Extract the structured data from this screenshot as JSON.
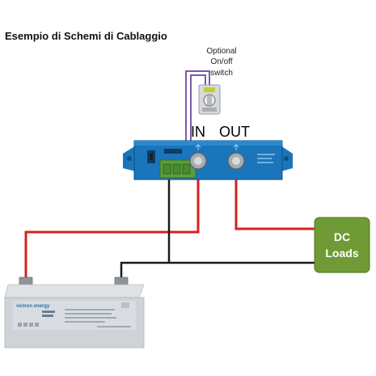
{
  "title": "Esempio di Schemi di Cablaggio",
  "switch_label": [
    "Optional",
    "On/off",
    "switch"
  ],
  "terminals": {
    "in": "IN",
    "out": "OUT"
  },
  "loads_label": [
    "DC",
    "Loads"
  ],
  "battery": {
    "brand": "victron energy"
  },
  "colors": {
    "positive_wire": "#d6201c",
    "negative_wire": "#1a1a1a",
    "switch_wire": "#7b5aa6",
    "device_blue": "#1b75bb",
    "loads_green": "#6f9a35",
    "battery_gray": "#cfd3d7"
  }
}
